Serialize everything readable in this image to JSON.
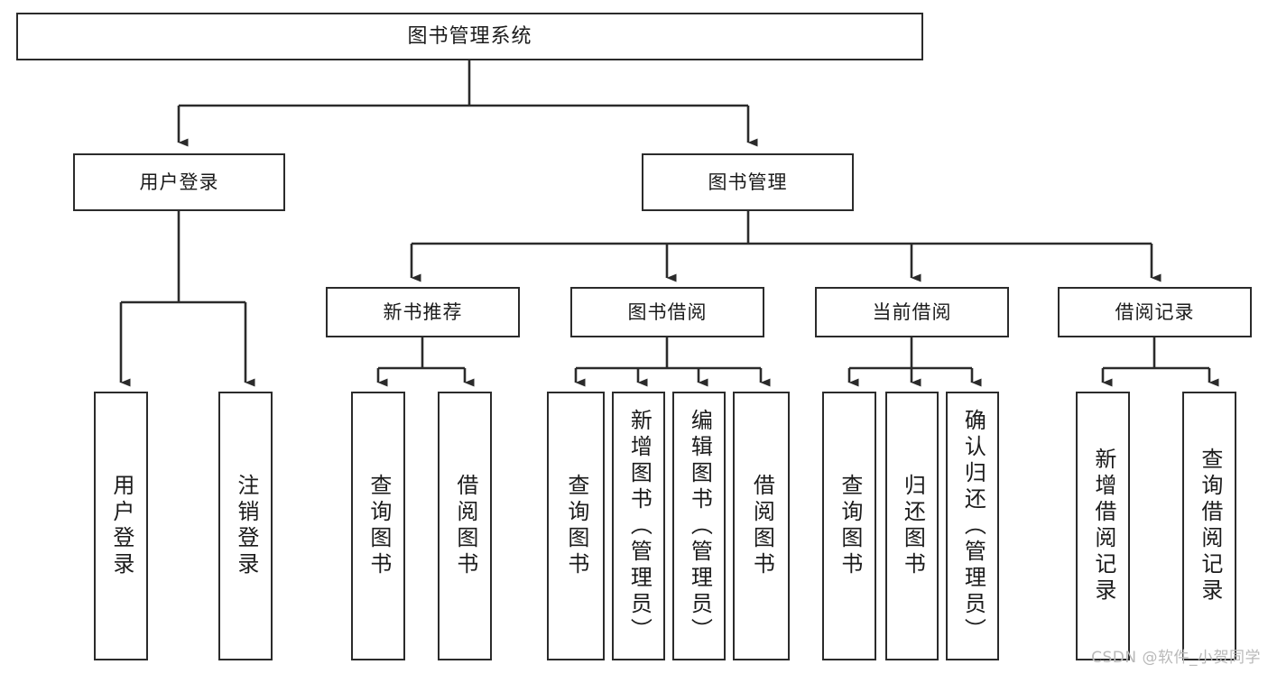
{
  "diagram": {
    "type": "tree",
    "title": "图书管理系统",
    "watermark": "CSDN @软件_小贺同学",
    "colors": {
      "stroke": "#2b2b2b",
      "fill": "#ffffff",
      "text": "#1b1b1b",
      "watermark": "#b9b9b9"
    },
    "nodes": {
      "root": {
        "label": "图书管理系统"
      },
      "level2": [
        {
          "label": "用户登录"
        },
        {
          "label": "图书管理"
        }
      ],
      "level3": [
        {
          "label": "新书推荐"
        },
        {
          "label": "图书借阅"
        },
        {
          "label": "当前借阅"
        },
        {
          "label": "借阅记录"
        }
      ],
      "leaves": {
        "user_login": [
          {
            "label": "用户登录"
          },
          {
            "label": "注销登录"
          }
        ],
        "new_book": [
          {
            "label": "查询图书"
          },
          {
            "label": "借阅图书"
          }
        ],
        "borrow_book": [
          {
            "label": "查询图书"
          },
          {
            "label": "新增图书（管理员）"
          },
          {
            "label": "编辑图书（管理员）"
          },
          {
            "label": "借阅图书"
          }
        ],
        "current_borrow": [
          {
            "label": "查询图书"
          },
          {
            "label": "归还图书"
          },
          {
            "label": "确认归还（管理员）"
          }
        ],
        "borrow_record": [
          {
            "label": "新增借阅记录"
          },
          {
            "label": "查询借阅记录"
          }
        ]
      }
    }
  }
}
